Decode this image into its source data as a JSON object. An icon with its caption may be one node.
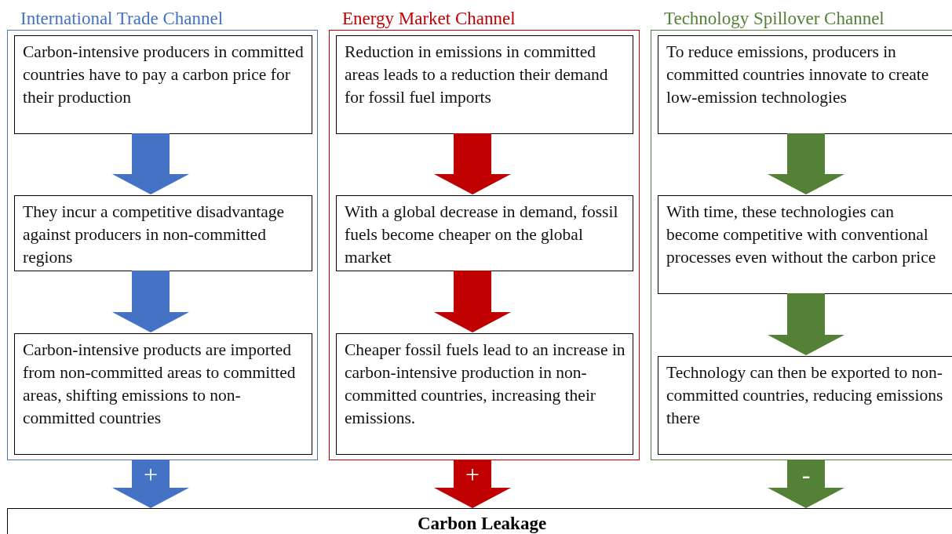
{
  "diagram": {
    "nodes": [
      {
        "text": [
          "International Trade Channel"
        ]
      },
      {
        "text": [
          "Carbon-intensive producers in committed countries have to pay a carbon price for their production"
        ],
        "in": 0
      },
      {
        "text": [
          "They incur a competitive disadvantage against producers in non-committed regions"
        ],
        "in": 0
      },
      {
        "text": [
          "Carbon-intensive products are imported from non-committed areas to committed areas, shifting emissions to non-committed countries"
        ],
        "in": 0
      },
      {
        "text": [
          "Energy Market Channel"
        ]
      },
      {
        "text": [
          "Reduction in emissions in committed areas leads to a reduction their demand for fossil fuel imports"
        ],
        "in": 4
      },
      {
        "text": [
          "With a global decrease in demand, fossil fuels become cheaper on the global market"
        ],
        "in": 4
      },
      {
        "text": [
          "Cheaper fossil fuels lead to an increase in carbon-intensive production in non-committed countries, increasing their emissions."
        ],
        "in": 4
      },
      {
        "text": [
          "Technology Spillover Channel"
        ]
      },
      {
        "text": [
          "To reduce emissions, producers in committed countries innovate to create low-emission technologies"
        ],
        "in": 8
      },
      {
        "text": [
          "With time, these technologies can become competitive with conventional processes even without the carbon price"
        ],
        "in": 8
      },
      {
        "text": [
          "Technology can then be exported to non-committed countries, reducing emissions there"
        ],
        "in": 8
      },
      {
        "text": [
          "Carbon Leakage"
        ]
      }
    ],
    "edges": [
      {
        "from": 1,
        "to": 2,
        "arrow": "to",
        "color": "#4472c4"
      },
      {
        "from": 2,
        "to": 3,
        "arrow": "to",
        "color": "#4472c4"
      },
      {
        "from": 5,
        "to": 6,
        "arrow": "to",
        "color": "#c00000"
      },
      {
        "from": 6,
        "to": 7,
        "arrow": "to",
        "color": "#c00000"
      },
      {
        "from": 9,
        "to": 10,
        "arrow": "to",
        "color": "#538135"
      },
      {
        "from": 10,
        "to": 11,
        "arrow": "to",
        "color": "#538135"
      },
      {
        "from": 0,
        "to": 12,
        "arrow": "to",
        "label": "+",
        "color": "#4472c4"
      },
      {
        "from": 4,
        "to": 12,
        "arrow": "to",
        "label": "+",
        "color": "#c00000"
      },
      {
        "from": 8,
        "to": 12,
        "arrow": "to",
        "label": "-",
        "color": "#538135"
      }
    ]
  }
}
